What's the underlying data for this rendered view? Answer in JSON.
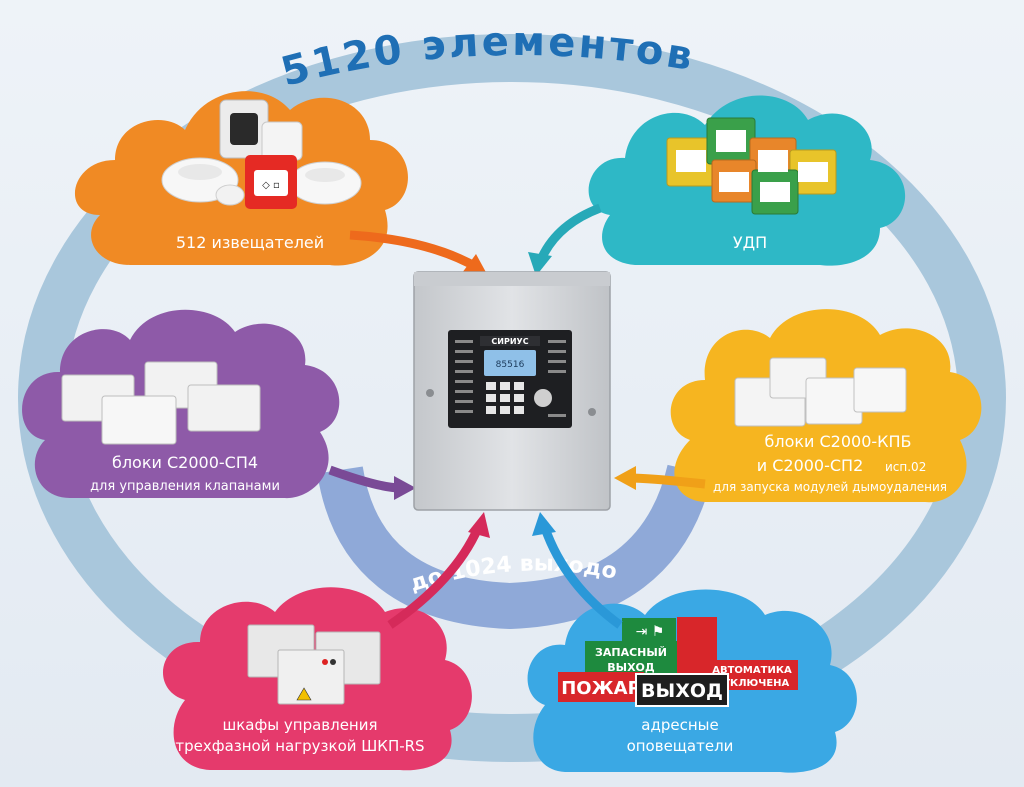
{
  "ring_label": "5120 элементов",
  "inner_arc_label": "до 1024 выходов",
  "panel": {
    "brand": "СИРИУС",
    "screen_text": "85516"
  },
  "clouds": {
    "detectors": {
      "line1": "512 извещателей",
      "color": "#f08a24"
    },
    "udp": {
      "line1": "УДП",
      "color": "#2eb8c6"
    },
    "sp4": {
      "line1": "блоки С2000-СП4",
      "line2": "для управления клапанами",
      "color": "#8e5aa8"
    },
    "kpb": {
      "line1": "блоки С2000-КПБ",
      "line2a": "и С2000-СП2",
      "line2b": "исп.02",
      "line3": "для запуска модулей дымоудаления",
      "color": "#f6b520"
    },
    "shkp": {
      "line1": "шкафы управления",
      "line2": "трехфазной нагрузкой ШКП-RS",
      "color": "#e53a6c"
    },
    "notifiers": {
      "line1": "адресные",
      "line2": "оповещатели",
      "color": "#3aa8e4"
    }
  },
  "signs": {
    "reserve_line1": "ЗАПАСНЫЙ",
    "reserve_line2": "ВЫХОД",
    "fire": "ПОЖАР",
    "exit": "ВЫХОД",
    "auto_line1": "АВТОМАТИКА",
    "auto_line2": "ОТКЛЮЧЕНА"
  },
  "colors": {
    "ring": "#a9c7dc",
    "ring_text": "#1f6fb5",
    "inner_arc": "#8fa9d8",
    "panel_body": "#d6d8db"
  }
}
